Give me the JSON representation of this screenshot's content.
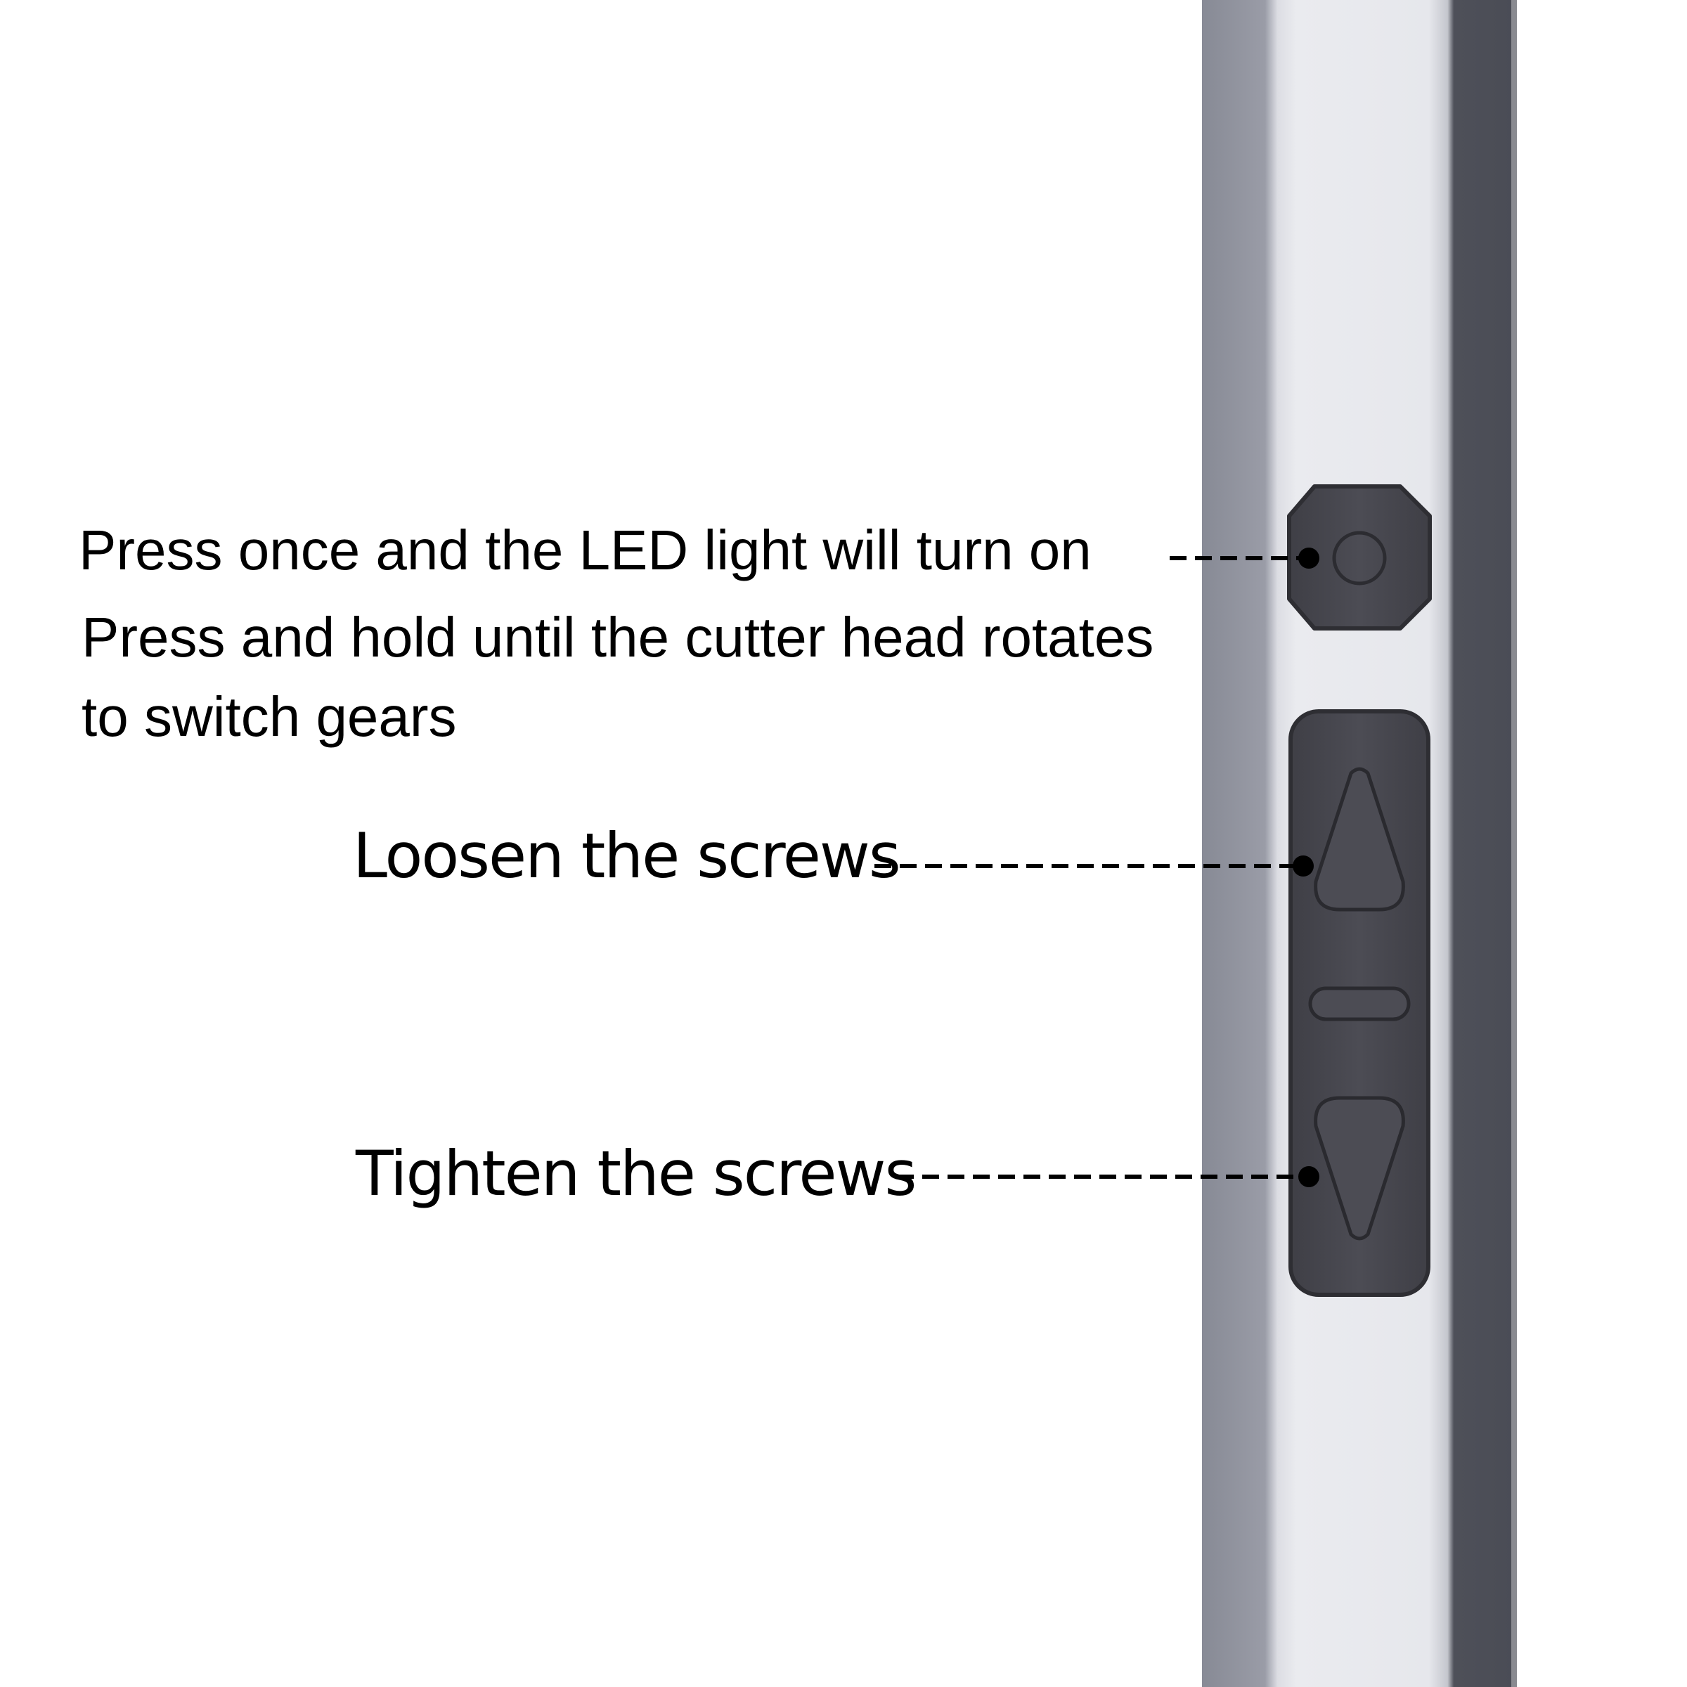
{
  "labels": {
    "power_line_1": "Press once and the LED light will turn on",
    "power_line_2": "Press and hold until the cutter head rotates",
    "power_line_3": "to switch gears",
    "loosen": "Loosen the screws",
    "tighten": "Tighten the screws"
  },
  "icons": {
    "power_button": "circle-button-icon",
    "loosen_button": "up-triangle-icon",
    "divider": "pill-divider-icon",
    "tighten_button": "down-triangle-icon"
  },
  "colors": {
    "body_light": "#e6e7ec",
    "body_mid": "#8a8d98",
    "body_dark": "#4b4d56",
    "button_fill": "#4a4a52",
    "button_border": "#2e2e33",
    "leader_line": "#000000"
  }
}
